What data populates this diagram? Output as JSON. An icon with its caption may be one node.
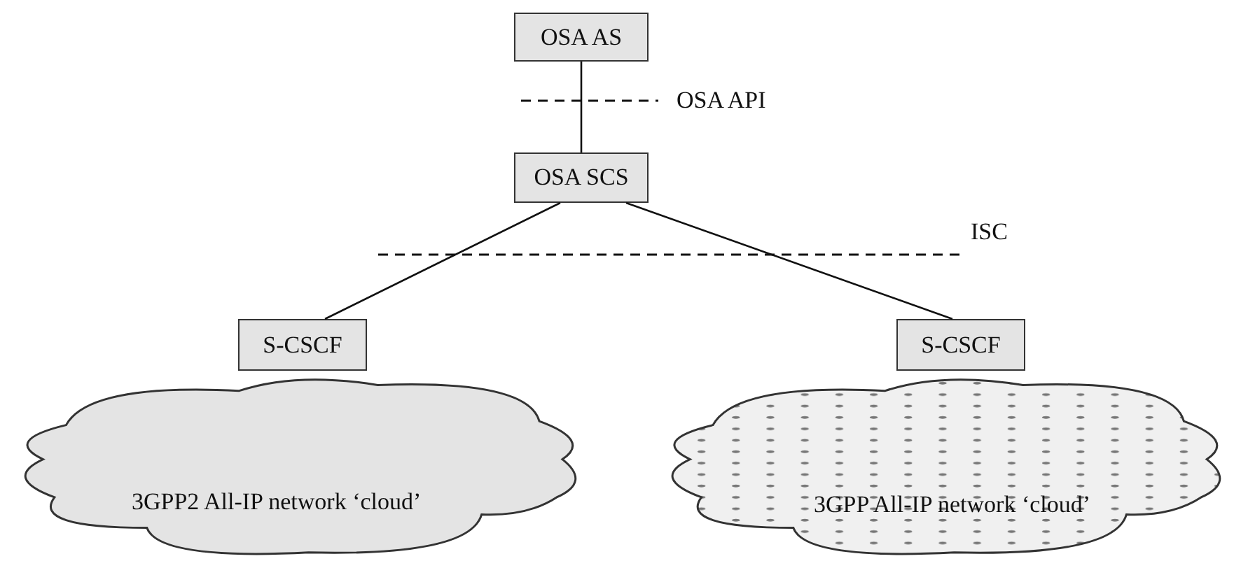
{
  "diagram": {
    "nodes": [
      {
        "text": [
          "OSA AS"
        ]
      },
      {
        "text": [
          "OSA SCS"
        ]
      },
      {
        "text": [
          "S-CSCF"
        ]
      },
      {
        "text": [
          "S-CSCF"
        ]
      },
      {
        "text": [
          "3GPP2 All-IP network ‘cloud’"
        ]
      },
      {
        "text": [
          "3GPP All-IP network ‘cloud’"
        ]
      }
    ],
    "edges": [
      {
        "from": 0,
        "to": 1,
        "arrow": "none"
      },
      {
        "from": 1,
        "to": 2,
        "arrow": "none"
      },
      {
        "from": 1,
        "to": 3,
        "arrow": "none"
      }
    ],
    "labels": [
      "OSA API",
      "ISC"
    ]
  }
}
